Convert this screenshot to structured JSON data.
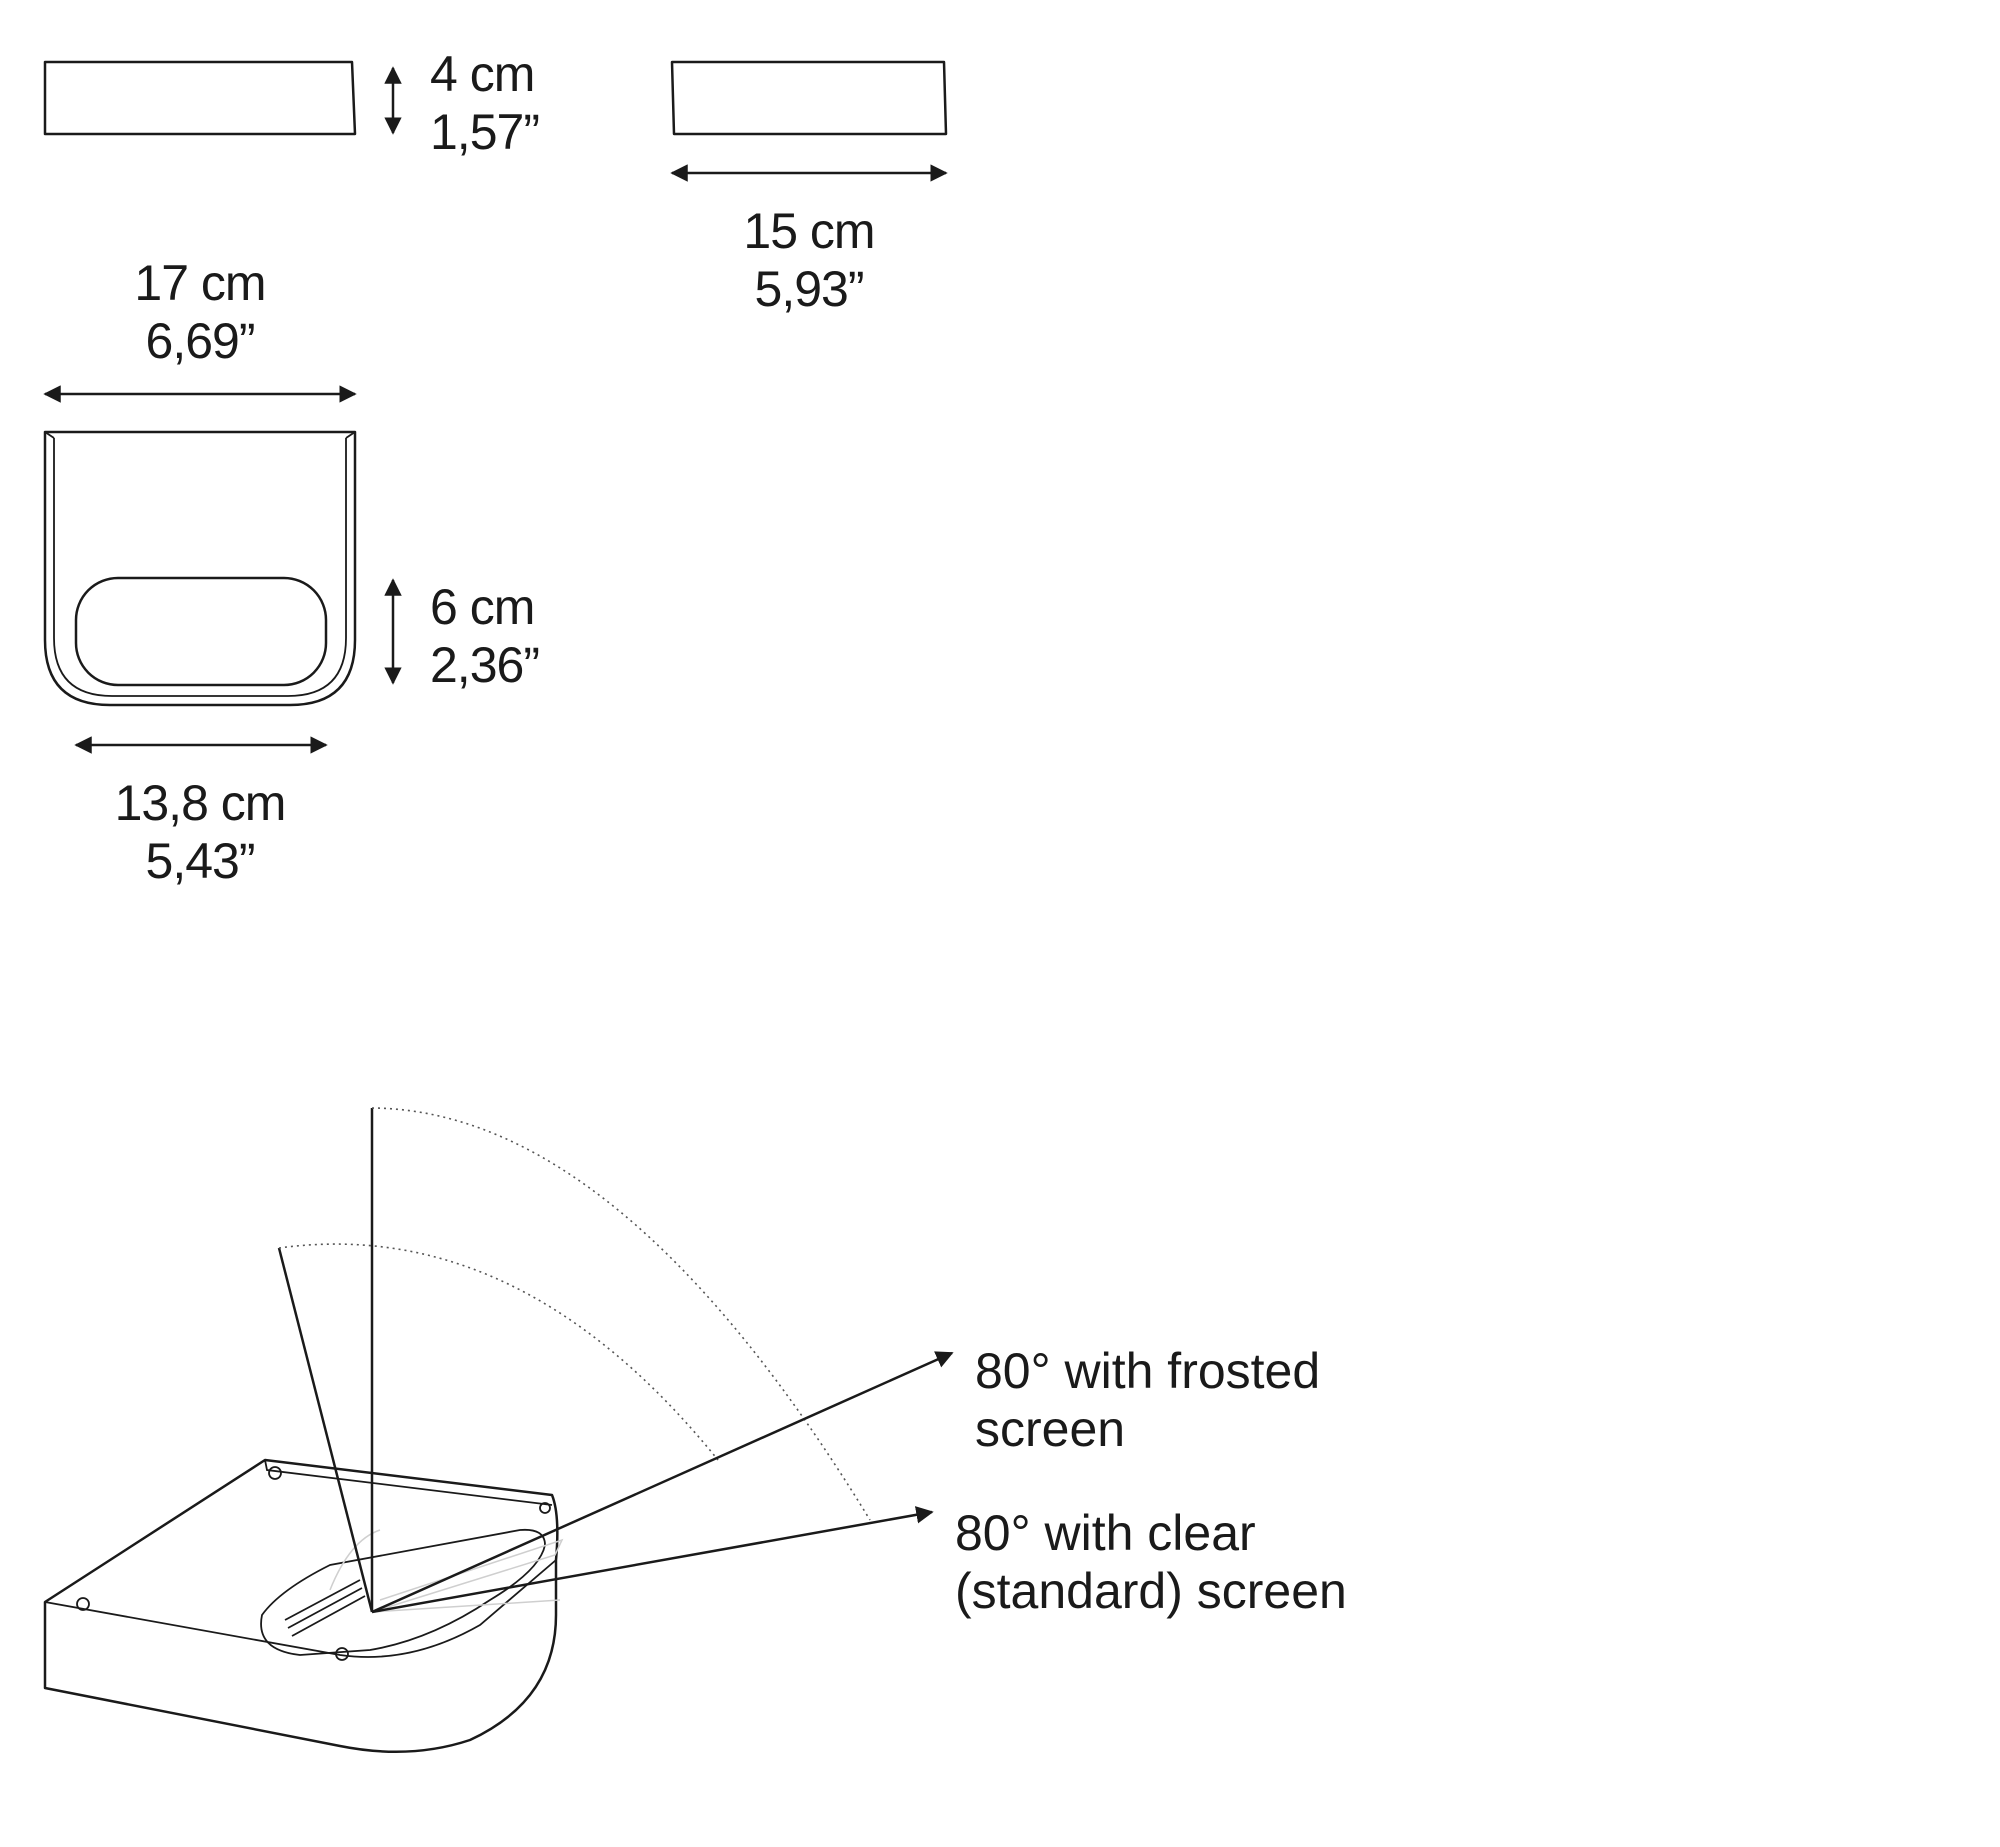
{
  "dimensions": {
    "height": {
      "metric": "4 cm",
      "imperial": "1,57”"
    },
    "depth": {
      "metric": "15 cm",
      "imperial": "5,93”"
    },
    "width_top": {
      "metric": "17 cm",
      "imperial": "6,69”"
    },
    "opening_height": {
      "metric": "6 cm",
      "imperial": "2,36”"
    },
    "width_bottom": {
      "metric": "13,8 cm",
      "imperial": "5,43”"
    }
  },
  "callouts": {
    "frosted": {
      "line1": "80° with frosted",
      "line2": "screen"
    },
    "clear": {
      "line1": "80° with clear",
      "line2": "(standard) screen"
    }
  }
}
